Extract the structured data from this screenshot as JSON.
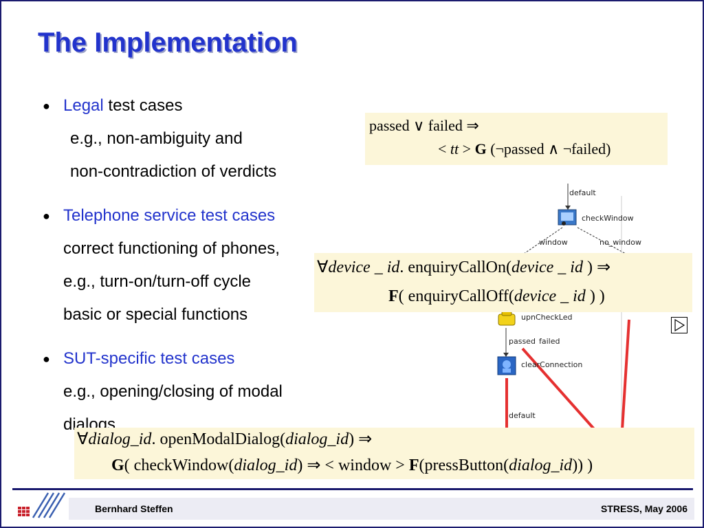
{
  "slide": {
    "title": "The Implementation",
    "bullets": [
      {
        "highlight": "Legal",
        "rest": " test cases",
        "lines": [
          "e.g., non-ambiguity and",
          "non-contradiction of verdicts"
        ]
      },
      {
        "highlight": "Telephone service test cases",
        "rest": "",
        "lines": [
          "correct functioning of phones,",
          "e.g., turn-on/turn-off cycle",
          "basic or special functions"
        ]
      },
      {
        "highlight": "SUT-specific test cases",
        "rest": "",
        "lines": [
          "e.g., opening/closing of modal",
          "dialogs"
        ]
      }
    ]
  },
  "formulas": {
    "f1": {
      "l1": "passed ∨ failed   ⇒",
      "l2a": "< ",
      "l2b": "tt",
      "l2c": " > ",
      "l2d": "G",
      "l2e": " (¬passed ∧ ¬failed)"
    },
    "f2": {
      "l1a": "∀",
      "l1b": "device _ id",
      "l1c": ". enquiryCallOn(",
      "l1d": "device _ id",
      "l1e": " ) ⇒",
      "l2a": "F",
      "l2b": "( enquiryCallOff(",
      "l2c": "device _ id",
      "l2d": " ) )"
    },
    "f3": {
      "l1a": "∀",
      "l1b": "dialog_id",
      "l1c": ". openModalDialog(",
      "l1d": "dialog_id",
      "l1e": ") ⇒",
      "l2a": "G",
      "l2b": "( checkWindow(",
      "l2c": "dialog_id",
      "l2d": ") ⇒ < window > ",
      "l2e": "F",
      "l2f": "(pressButton(",
      "l2g": "dialog_id",
      "l2h": ")) )"
    }
  },
  "diagram": {
    "labels": {
      "default_top": "default",
      "check_window": "checkWindow",
      "window": "window",
      "no_window": "no_window",
      "upn_check_led": "upnCheckLed",
      "passed": "passed",
      "failed": "failed",
      "clear_connection": "clearConnection",
      "default_bottom": "default"
    }
  },
  "footer": {
    "left": "Bernhard Steffen",
    "right": "STRESS, May 2006"
  },
  "colors": {
    "accent": "#2233cc",
    "formula_bg": "#fcf6d9",
    "frame": "#1a1a6e",
    "edge_red": "#e53030"
  }
}
